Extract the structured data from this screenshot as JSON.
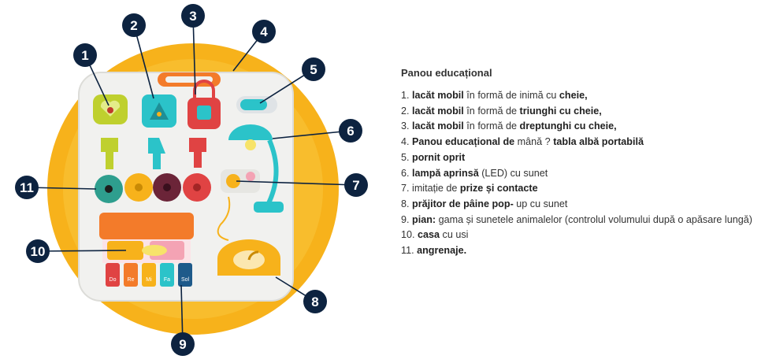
{
  "heading": "Panou educațional",
  "items": [
    {
      "num": "1.",
      "parts": [
        {
          "t": "lacăt mobil",
          "b": true
        },
        {
          "t": " în formă de inimă cu ",
          "b": false
        },
        {
          "t": "cheie,",
          "b": true
        }
      ]
    },
    {
      "num": "2.",
      "parts": [
        {
          "t": "lacăt mobil",
          "b": true
        },
        {
          "t": " în formă de ",
          "b": false
        },
        {
          "t": "triunghi cu cheie,",
          "b": true
        }
      ]
    },
    {
      "num": "3.",
      "parts": [
        {
          "t": "lacăt mobil",
          "b": true
        },
        {
          "t": " în formă de ",
          "b": false
        },
        {
          "t": "dreptunghi cu cheie,",
          "b": true
        }
      ]
    },
    {
      "num": "4.",
      "parts": [
        {
          "t": "Panou educațional de",
          "b": true
        },
        {
          "t": " mână ? ",
          "b": false
        },
        {
          "t": "tabla albă portabilă",
          "b": true
        }
      ]
    },
    {
      "num": "5.",
      "parts": [
        {
          "t": "pornit oprit",
          "b": true
        }
      ]
    },
    {
      "num": "6.",
      "parts": [
        {
          "t": "lampă aprinsă",
          "b": true
        },
        {
          "t": " (LED) cu sunet",
          "b": false
        }
      ]
    },
    {
      "num": "7.",
      "parts": [
        {
          "t": "imitație de ",
          "b": false
        },
        {
          "t": "prize și contacte",
          "b": true
        }
      ]
    },
    {
      "num": "8.",
      "parts": [
        {
          "t": "prăjitor de pâine pop-",
          "b": true
        },
        {
          "t": " up cu sunet",
          "b": false
        }
      ]
    },
    {
      "num": "9.",
      "parts": [
        {
          "t": "pian:",
          "b": true
        },
        {
          "t": " gama și sunetele animalelor (controlul volumului după o apăsare lungă)",
          "b": false
        }
      ]
    },
    {
      "num": "10.",
      "parts": [
        {
          "t": "casa",
          "b": true
        },
        {
          "t": " cu usi",
          "b": false
        }
      ]
    },
    {
      "num": "11.",
      "parts": [
        {
          "t": "angrenaje.",
          "b": true
        }
      ]
    }
  ],
  "callouts": [
    "1",
    "2",
    "3",
    "4",
    "5",
    "6",
    "7",
    "8",
    "9",
    "10",
    "11"
  ],
  "piano_keys": [
    "Do",
    "Re",
    "Mi",
    "Fa",
    "Sol"
  ],
  "colors": {
    "navy": "#0d2340",
    "orange_disc": "#f7b21b",
    "board": "#f1f1ef"
  }
}
